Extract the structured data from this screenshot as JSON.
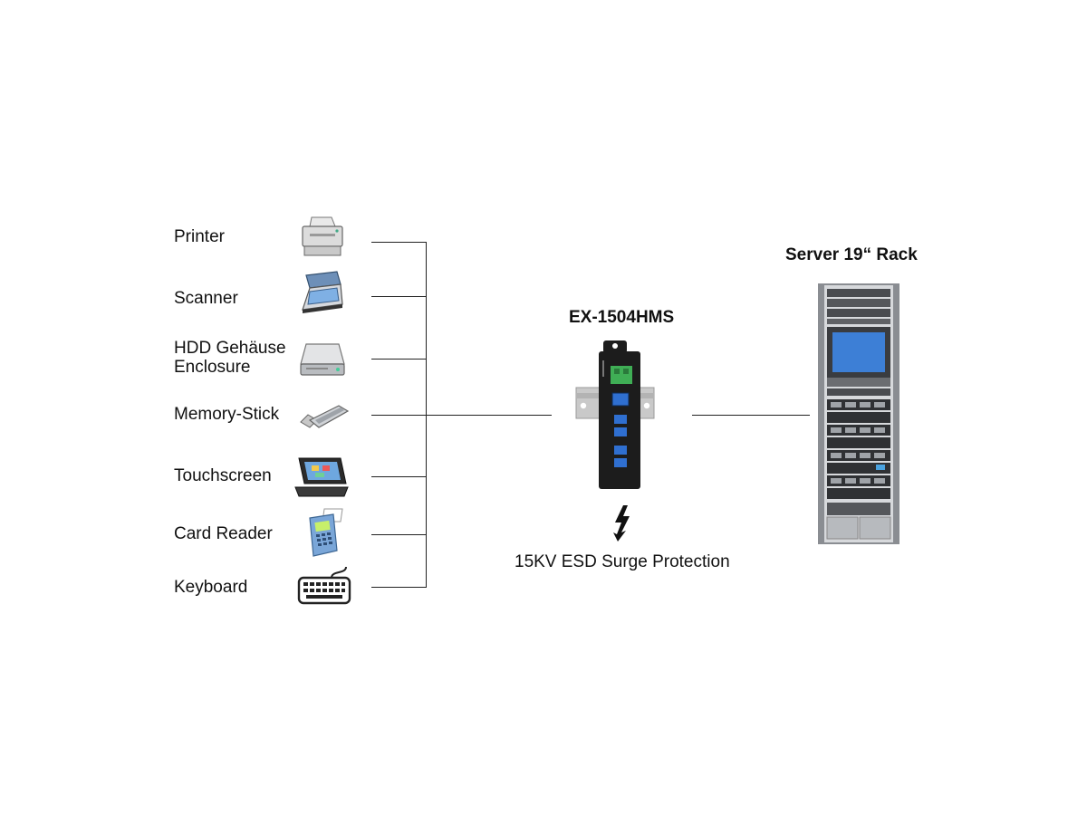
{
  "devices": [
    {
      "label": "Printer",
      "icon": "printer-icon"
    },
    {
      "label": "Scanner",
      "icon": "scanner-icon"
    },
    {
      "label_line1": "HDD Gehäuse",
      "label_line2": "Enclosure",
      "icon": "hdd-icon"
    },
    {
      "label": "Memory-Stick",
      "icon": "usb-stick-icon"
    },
    {
      "label": "Touchscreen",
      "icon": "touchscreen-icon"
    },
    {
      "label": "Card Reader",
      "icon": "card-reader-icon"
    },
    {
      "label": "Keyboard",
      "icon": "keyboard-icon"
    }
  ],
  "hub": {
    "title": "EX-1504HMS",
    "icon": "usb-hub-icon",
    "protection_icon": "lightning-bolt-icon",
    "protection_text": "15KV ESD Surge Protection"
  },
  "server": {
    "title": "Server 19“ Rack",
    "icon": "server-rack-icon"
  },
  "colors": {
    "line": "#222222",
    "hub_body": "#1c1c1c",
    "usb_port": "#2f6fd0",
    "terminal": "#3fae55",
    "rack_frame": "#8a8d92",
    "rack_screen": "#3d7fd6"
  }
}
